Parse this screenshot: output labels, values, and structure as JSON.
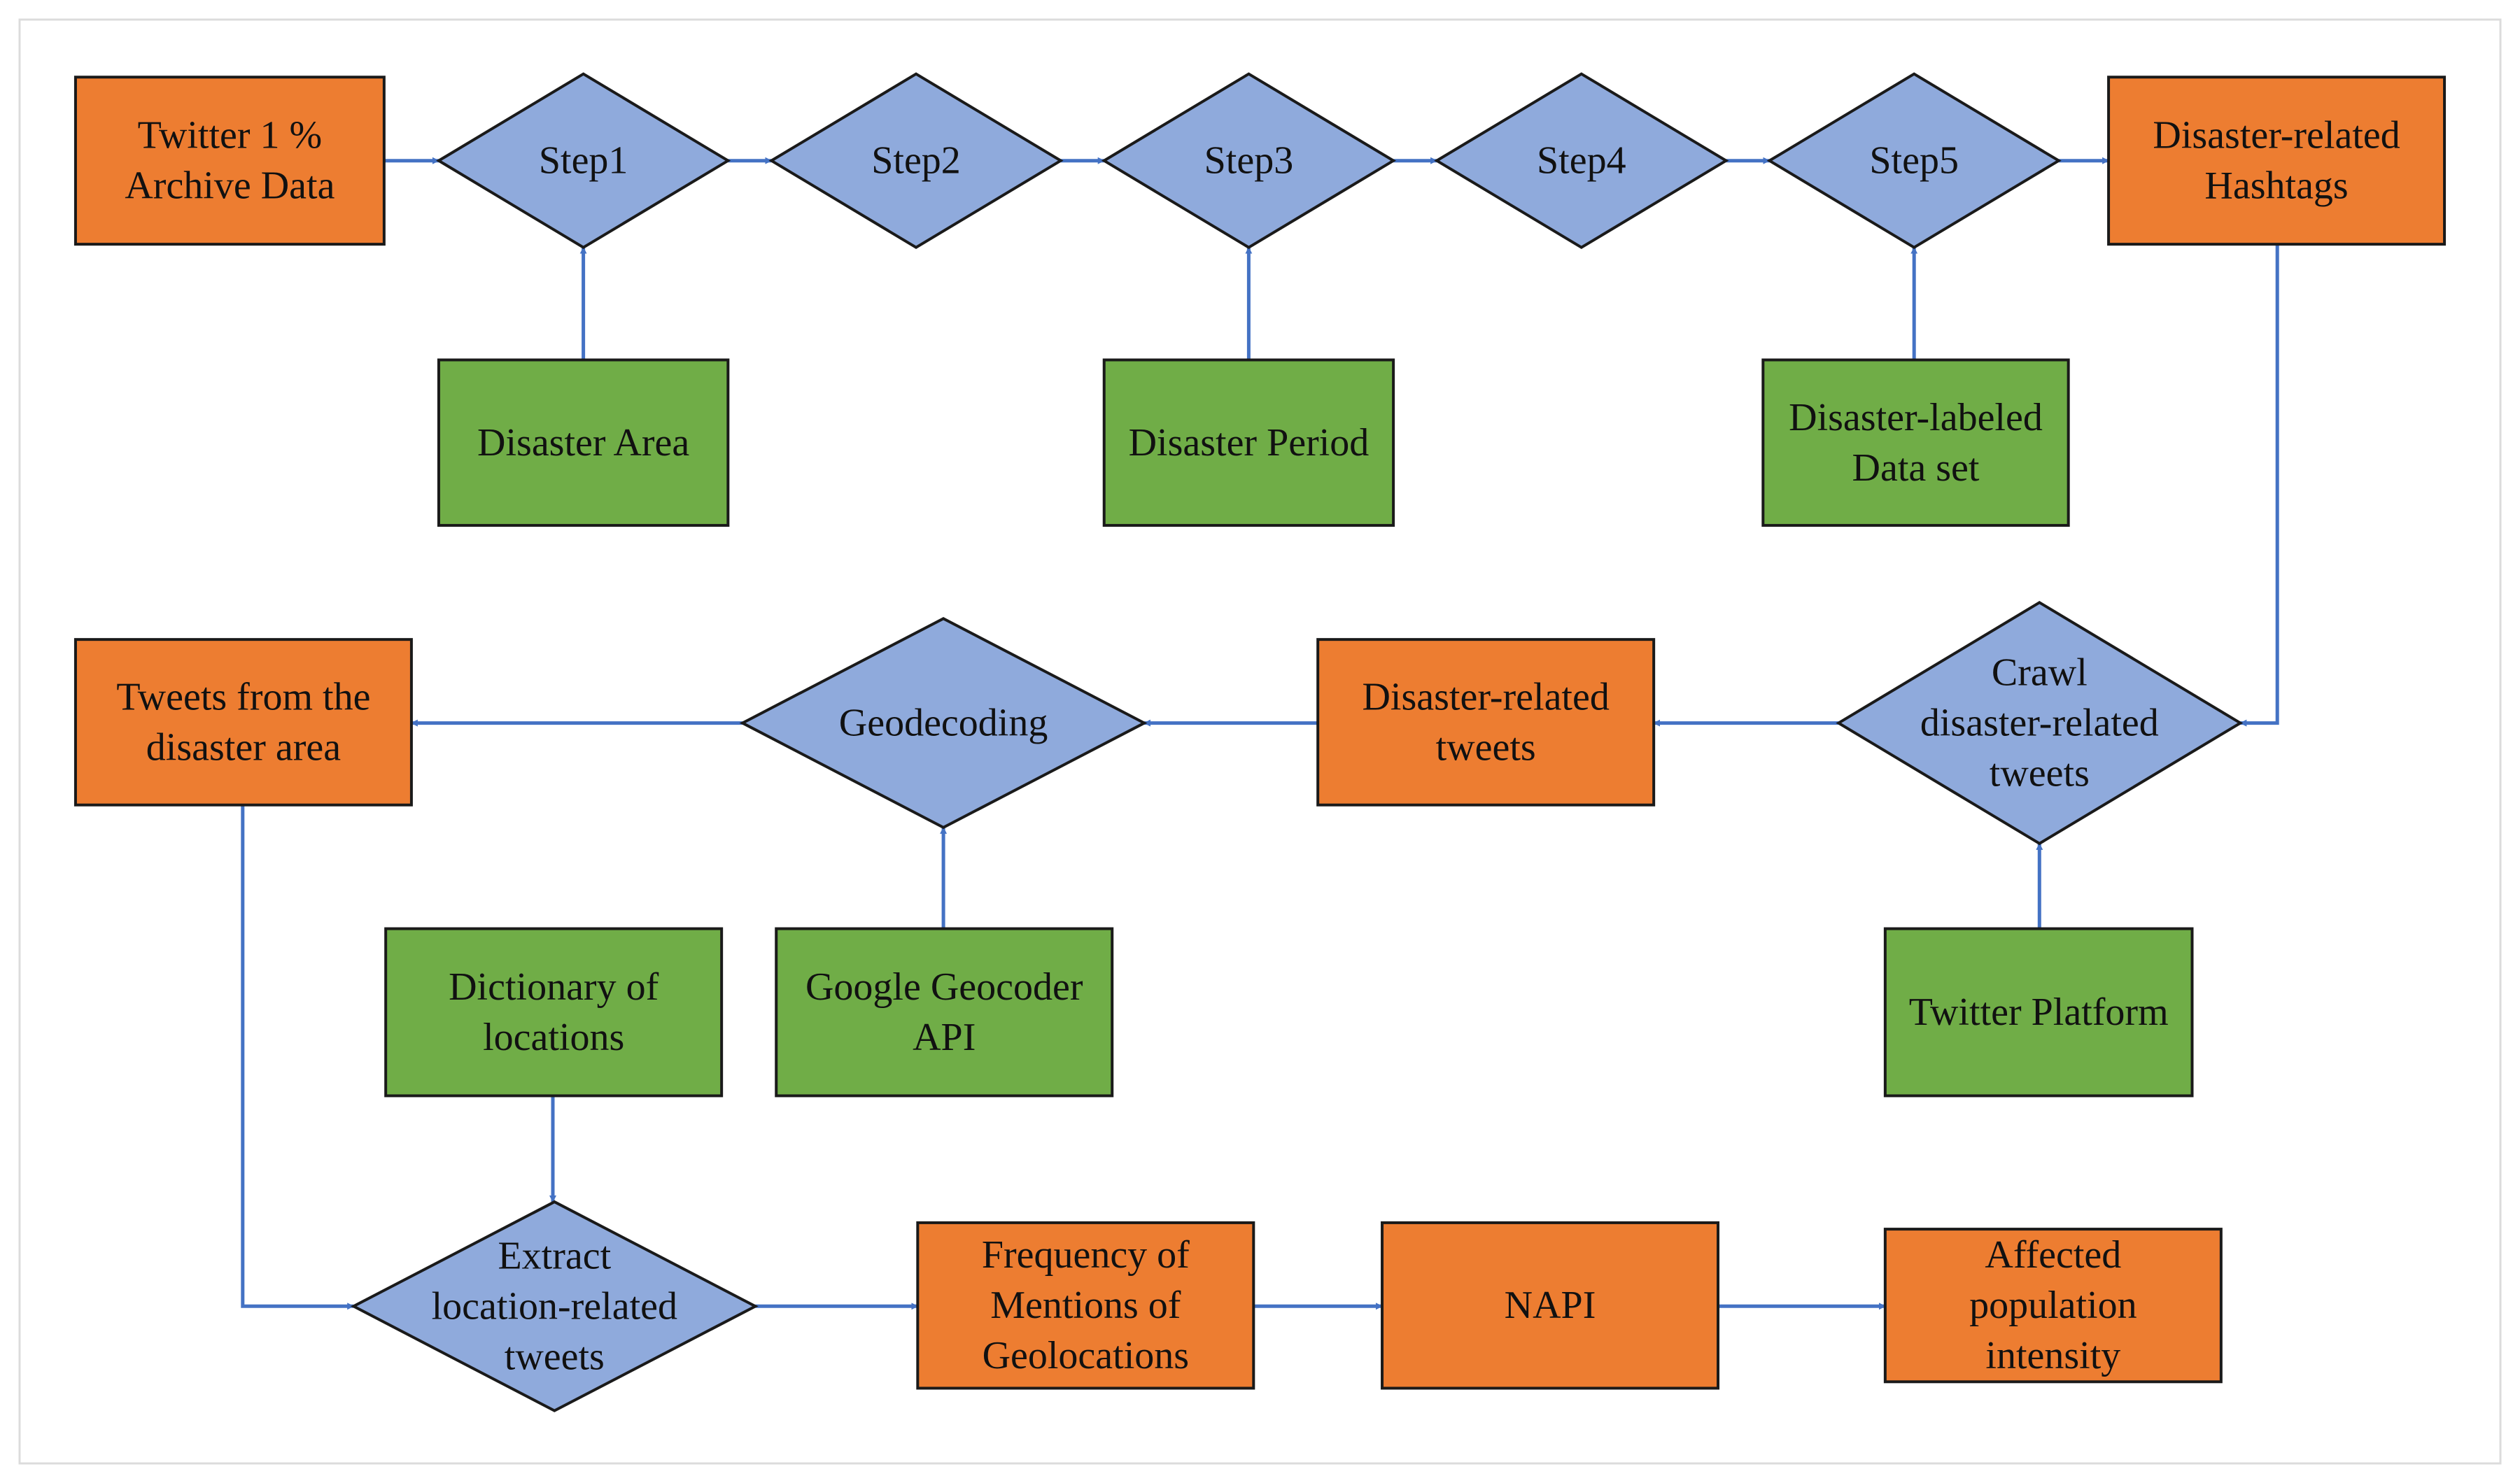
{
  "colors": {
    "output_box": "#ed7d31",
    "input_box": "#70ad47",
    "process_diamond": "#8faadc",
    "arrow": "#4472c4"
  },
  "nodes": {
    "twitter_archive": {
      "kind": "output",
      "lines": [
        "Twitter 1 %",
        "Archive Data"
      ]
    },
    "step1": {
      "kind": "process",
      "lines": [
        "Step1"
      ]
    },
    "step2": {
      "kind": "process",
      "lines": [
        "Step2"
      ]
    },
    "step3": {
      "kind": "process",
      "lines": [
        "Step3"
      ]
    },
    "step4": {
      "kind": "process",
      "lines": [
        "Step4"
      ]
    },
    "step5": {
      "kind": "process",
      "lines": [
        "Step5"
      ]
    },
    "disaster_hashtags": {
      "kind": "output",
      "lines": [
        "Disaster-related",
        "Hashtags"
      ]
    },
    "disaster_area": {
      "kind": "input",
      "lines": [
        "Disaster Area"
      ]
    },
    "disaster_period": {
      "kind": "input",
      "lines": [
        "Disaster Period"
      ]
    },
    "disaster_labeled": {
      "kind": "input",
      "lines": [
        "Disaster-labeled",
        "Data set"
      ]
    },
    "tweets_area": {
      "kind": "output",
      "lines": [
        "Tweets from the",
        "disaster area"
      ]
    },
    "geodecoding": {
      "kind": "process",
      "lines": [
        "Geodecoding"
      ]
    },
    "disaster_tweets": {
      "kind": "output",
      "lines": [
        "Disaster-related",
        "tweets"
      ]
    },
    "crawl": {
      "kind": "process",
      "lines": [
        "Crawl",
        "disaster-related",
        "tweets"
      ]
    },
    "dictionary": {
      "kind": "input",
      "lines": [
        "Dictionary of",
        "locations"
      ]
    },
    "google_geocoder": {
      "kind": "input",
      "lines": [
        "Google Geocoder",
        "API"
      ]
    },
    "twitter_platform": {
      "kind": "input",
      "lines": [
        "Twitter Platform"
      ]
    },
    "extract": {
      "kind": "process",
      "lines": [
        "Extract",
        "location-related",
        "tweets"
      ]
    },
    "frequency": {
      "kind": "output",
      "lines": [
        "Frequency of",
        "Mentions of",
        "Geolocations"
      ]
    },
    "napi": {
      "kind": "output",
      "lines": [
        "NAPI"
      ]
    },
    "affected": {
      "kind": "output",
      "lines": [
        "Affected",
        "population",
        "intensity"
      ]
    }
  },
  "edges": [
    {
      "from": "twitter_archive",
      "to": "step1"
    },
    {
      "from": "step1",
      "to": "step2"
    },
    {
      "from": "step2",
      "to": "step3"
    },
    {
      "from": "step3",
      "to": "step4"
    },
    {
      "from": "step4",
      "to": "step5"
    },
    {
      "from": "step5",
      "to": "disaster_hashtags"
    },
    {
      "from": "disaster_area",
      "to": "step1"
    },
    {
      "from": "disaster_period",
      "to": "step3"
    },
    {
      "from": "disaster_labeled",
      "to": "step5"
    },
    {
      "from": "disaster_hashtags",
      "to": "crawl"
    },
    {
      "from": "twitter_platform",
      "to": "crawl"
    },
    {
      "from": "crawl",
      "to": "disaster_tweets"
    },
    {
      "from": "disaster_tweets",
      "to": "geodecoding"
    },
    {
      "from": "google_geocoder",
      "to": "geodecoding"
    },
    {
      "from": "geodecoding",
      "to": "tweets_area"
    },
    {
      "from": "tweets_area",
      "to": "extract"
    },
    {
      "from": "dictionary",
      "to": "extract"
    },
    {
      "from": "extract",
      "to": "frequency"
    },
    {
      "from": "frequency",
      "to": "napi"
    },
    {
      "from": "napi",
      "to": "affected"
    }
  ]
}
